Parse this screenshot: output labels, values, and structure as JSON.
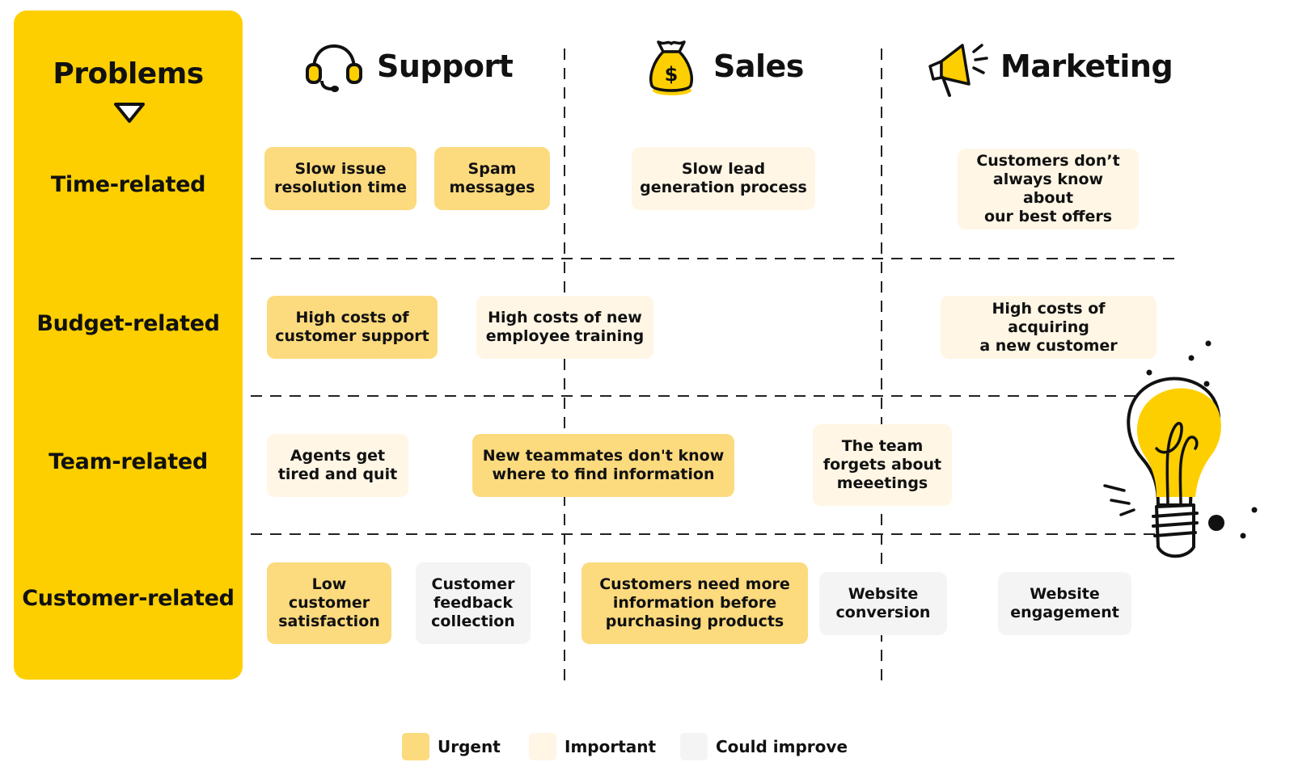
{
  "colors": {
    "accent": "#FDCF00",
    "urgent": "#FCDA7E",
    "important": "#FFF6E5",
    "could_improve": "#F4F4F4"
  },
  "sidebar": {
    "title": "Problems",
    "rows": [
      "Time-related",
      "Budget-related",
      "Team-related",
      "Customer-related"
    ]
  },
  "columns": [
    {
      "label": "Support",
      "icon": "headset-icon"
    },
    {
      "label": "Sales",
      "icon": "money-bag-icon"
    },
    {
      "label": "Marketing",
      "icon": "megaphone-icon"
    }
  ],
  "cards": [
    {
      "text": "Slow issue\nresolution time",
      "priority": "urgent"
    },
    {
      "text": "Spam\nmessages",
      "priority": "urgent"
    },
    {
      "text": "Slow lead\ngeneration process",
      "priority": "important"
    },
    {
      "text": "Customers don’t\nalways know about\nour best offers",
      "priority": "important"
    },
    {
      "text": "High costs of\ncustomer support",
      "priority": "urgent"
    },
    {
      "text": "High costs of new\nemployee training",
      "priority": "important"
    },
    {
      "text": "High costs of acquiring\na new customer",
      "priority": "important"
    },
    {
      "text": "Agents get\ntired and quit",
      "priority": "important"
    },
    {
      "text": "New teammates don't know\nwhere to find information",
      "priority": "urgent"
    },
    {
      "text": "The team\nforgets about\nmeeetings",
      "priority": "important"
    },
    {
      "text": "Low\ncustomer\nsatisfaction",
      "priority": "urgent"
    },
    {
      "text": "Customer\nfeedback\ncollection",
      "priority": "could_improve"
    },
    {
      "text": "Customers need more\ninformation before\npurchasing products",
      "priority": "urgent"
    },
    {
      "text": "Website\nconversion",
      "priority": "could_improve"
    },
    {
      "text": "Website\nengagement",
      "priority": "could_improve"
    }
  ],
  "legend": [
    {
      "label": "Urgent",
      "priority": "urgent"
    },
    {
      "label": "Important",
      "priority": "important"
    },
    {
      "label": "Could improve",
      "priority": "could_improve"
    }
  ],
  "decorations": {
    "illustration": "lightbulb-icon",
    "caret": "caret-down-icon"
  }
}
